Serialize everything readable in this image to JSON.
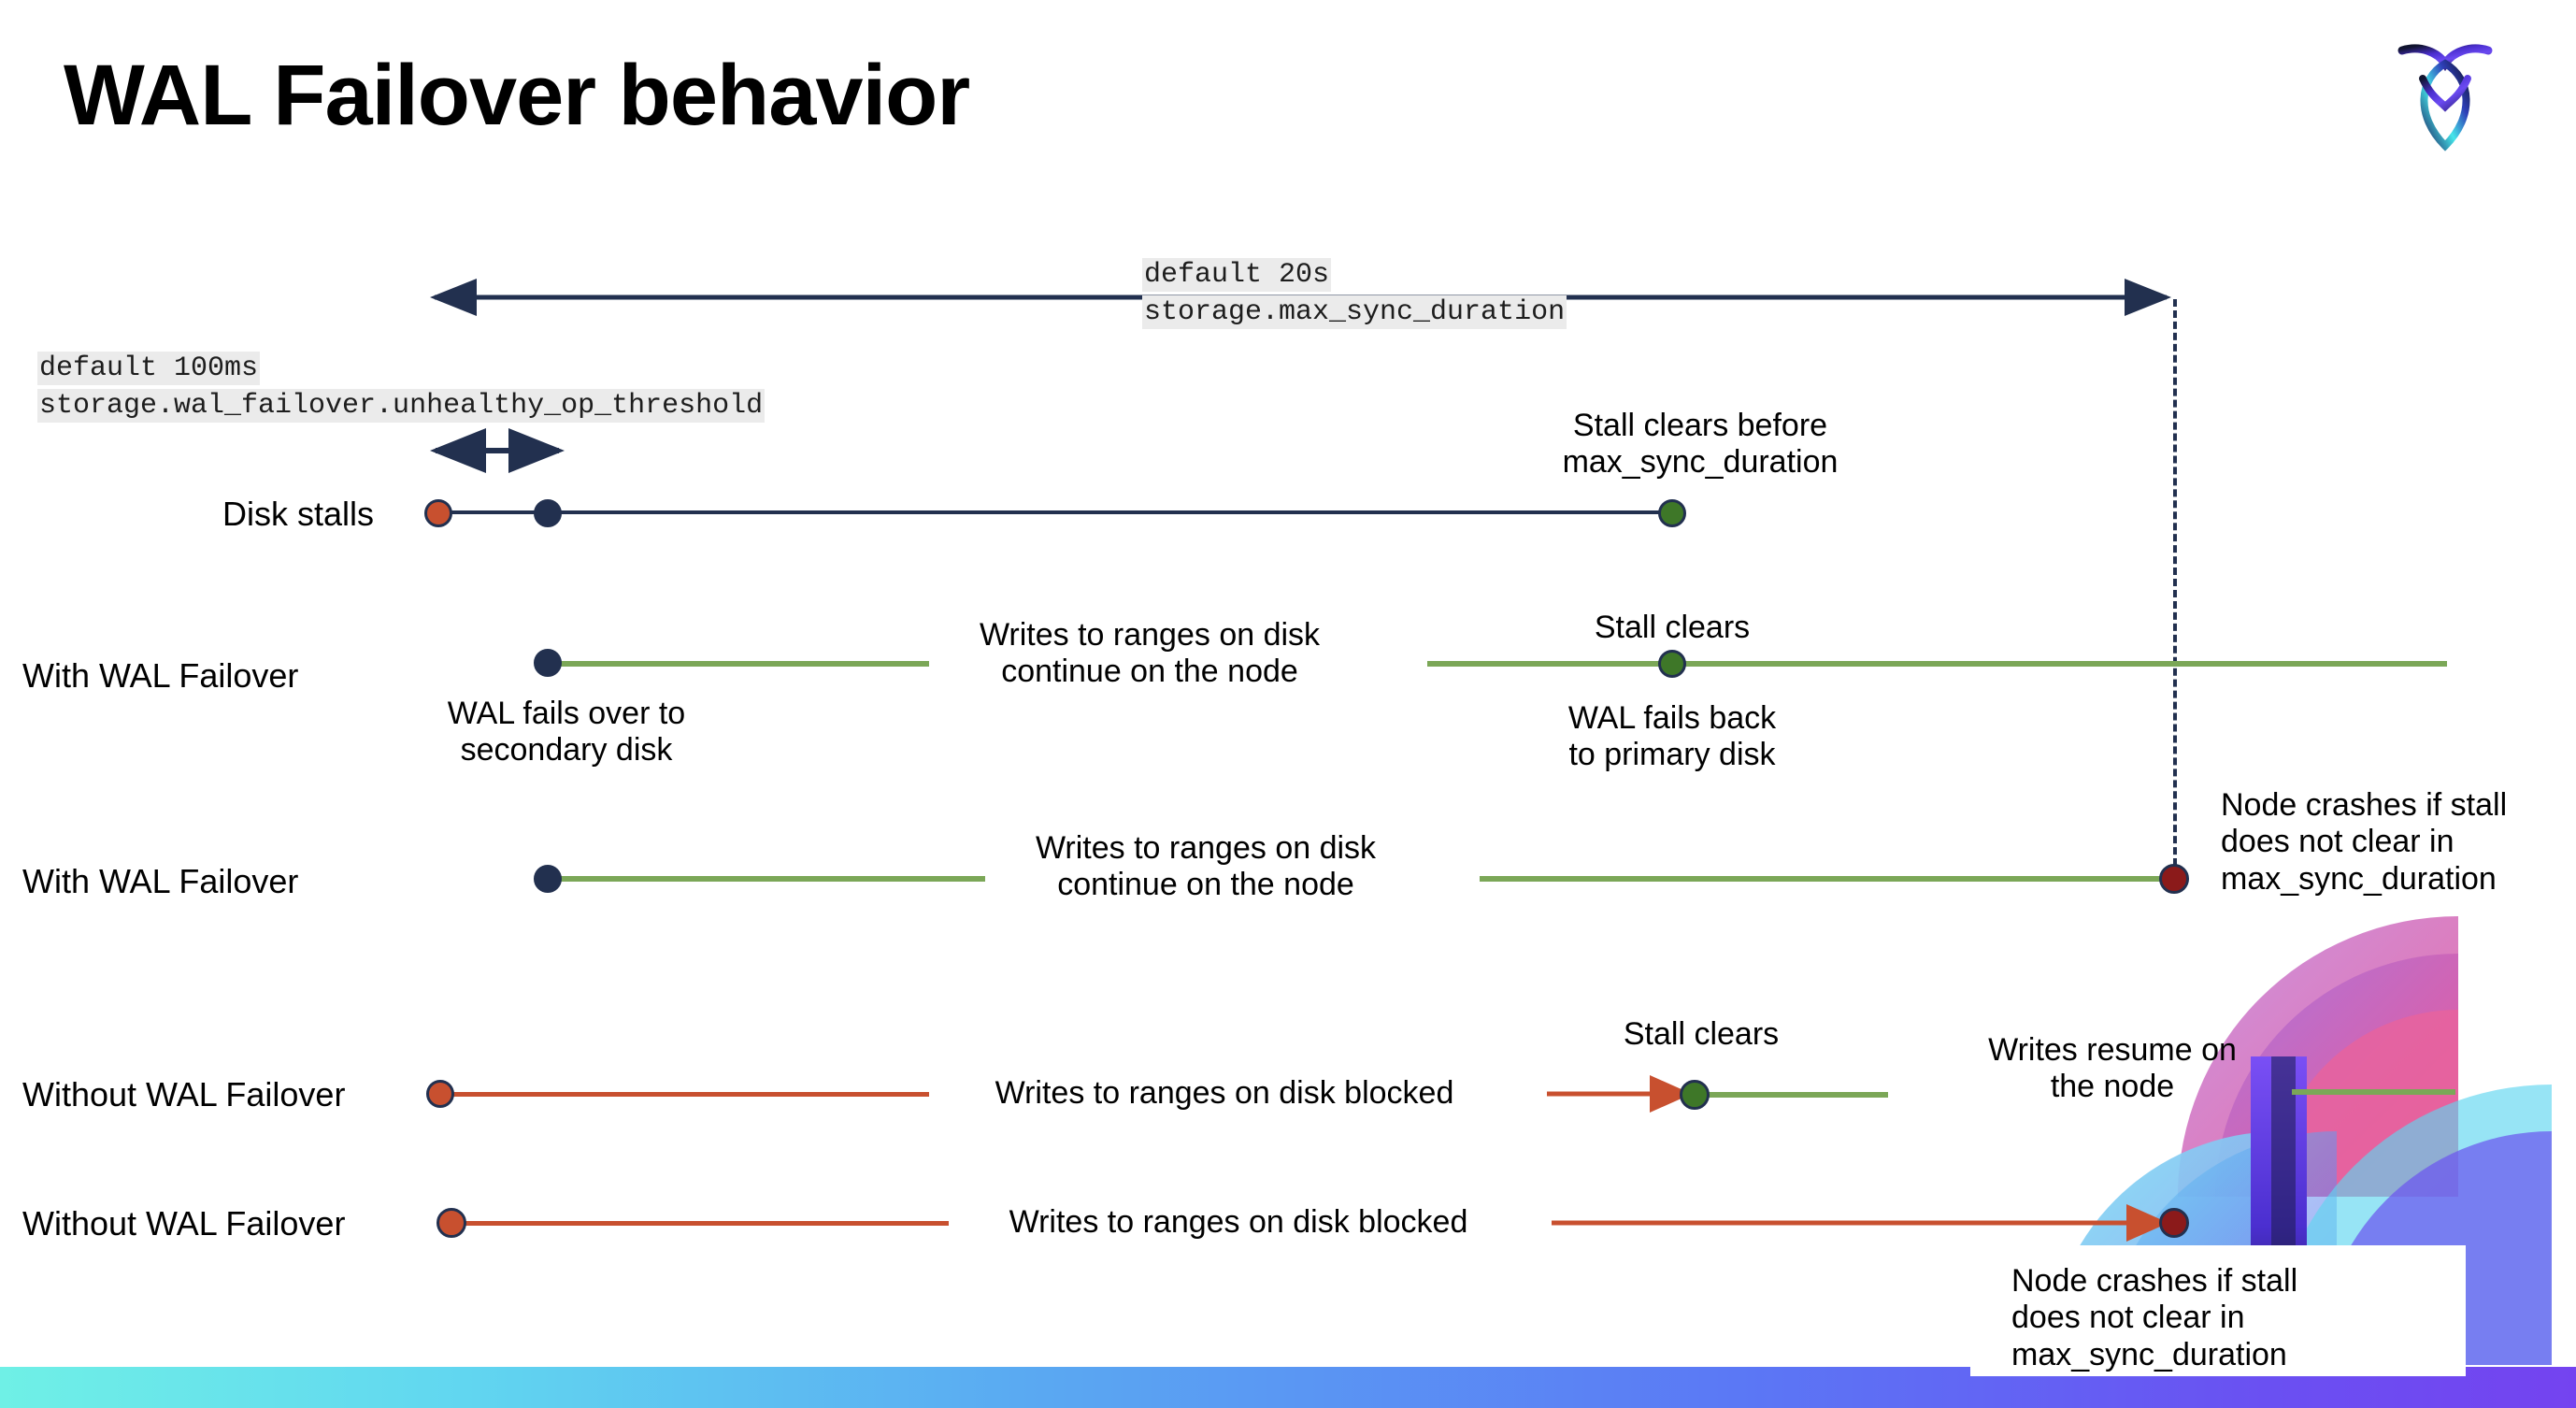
{
  "slide": {
    "title": "WAL Failover behavior",
    "logo_name": "cockroachdb-logo"
  },
  "colors": {
    "navy": "#22304f",
    "green_line": "#7BA757",
    "green_dot": "#3E7728",
    "orange_dot": "#C8502F",
    "orange_line": "#C8502F",
    "darkred_dot": "#8B1A1A",
    "code_bg": "#ebebeb",
    "title_black": "#000000"
  },
  "settings": {
    "max_sync": {
      "default_label": "default 20s",
      "setting_name": "storage.max_sync_duration"
    },
    "unhealthy_op": {
      "default_label": "default 100ms",
      "setting_name": "storage.wal_failover.unhealthy_op_threshold"
    }
  },
  "rows": [
    {
      "id": "disk-stalls",
      "label": "Disk stalls",
      "annotations": [
        "Stall clears before",
        "max_sync_duration"
      ]
    },
    {
      "id": "with-wal-failover-1",
      "label": "With WAL Failover",
      "below_start": [
        "WAL fails over to",
        "secondary disk"
      ],
      "middle": [
        "Writes to ranges on disk",
        "continue on the node"
      ],
      "above_event": "Stall clears",
      "below_event": [
        "WAL fails  back",
        "to primary disk"
      ]
    },
    {
      "id": "with-wal-failover-2",
      "label": "With WAL Failover",
      "middle": [
        "Writes to ranges on disk",
        "continue on the node"
      ],
      "right_note": [
        "Node crashes if stall",
        "does not clear in",
        "max_sync_duration"
      ]
    },
    {
      "id": "without-wal-failover-1",
      "label": "Without WAL Failover",
      "middle": [
        "Writes to ranges on disk  blocked"
      ],
      "above_event": "Stall clears",
      "resume_note": [
        "Writes resume on",
        "the node"
      ]
    },
    {
      "id": "without-wal-failover-2",
      "label": "Without WAL Failover",
      "middle": [
        "Writes to ranges on disk  blocked"
      ],
      "right_note": [
        "Node crashes if stall",
        "does not clear in",
        "max_sync_duration"
      ]
    }
  ]
}
